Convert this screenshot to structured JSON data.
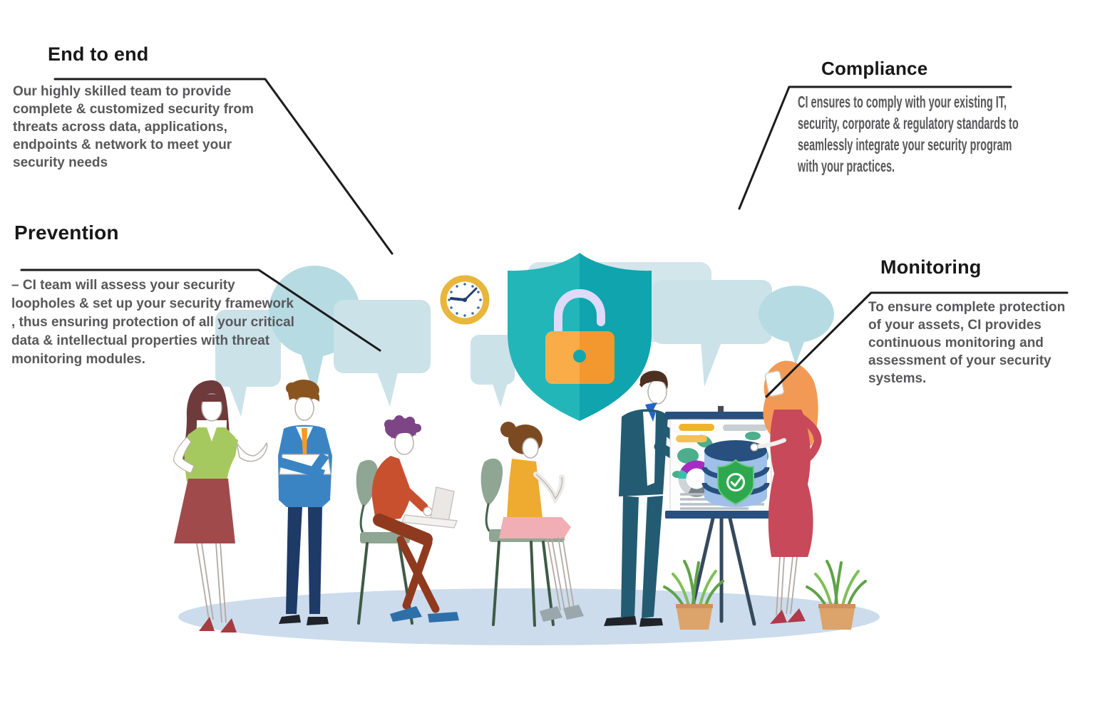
{
  "callouts": {
    "end_to_end": {
      "title": "End to end",
      "body": "Our highly skilled team to provide\ncomplete & customized security from\n threats across data, applications,\nendpoints & network to meet your\n security needs"
    },
    "prevention": {
      "title": "Prevention",
      "body": "– CI team will assess your security\n loopholes & set up your security framework\n, thus ensuring protection of all your critical\ndata & intellectual properties with threat\n monitoring modules."
    },
    "compliance": {
      "title": "Compliance",
      "body": "CI ensures to comply with your existing IT,\nsecurity, corporate & regulatory standards to\nseamlessly integrate your security program\nwith your practices."
    },
    "monitoring": {
      "title": "Monitoring",
      "body": "To ensure complete protection\n of your assets, CI provides\ncontinuous monitoring and\nassessment of your security\nsystems."
    }
  },
  "illustration": {
    "icons": [
      "shield-lock-icon",
      "clock-icon",
      "database-icon",
      "shield-check-icon",
      "speech-bubble",
      "presentation-board",
      "potted-plant"
    ],
    "palette": {
      "shield_teal_left": "#22B6B9",
      "shield_teal_right": "#0FA4AE",
      "lock_orange_left": "#FAAC49",
      "lock_orange_right": "#F2982F",
      "lock_shackle": "#DEDAF8",
      "keyhole_teal": "#12A7AE",
      "bubble_light": "#CBE2E9",
      "bubble_dark": "#B7DBE3",
      "ground": "#CCDCEC",
      "connector_line": "#1C1C1C",
      "title_text": "#181818",
      "body_text": "#58585A",
      "clock_gold": "#E9B63C",
      "clock_hand_navy": "#1F3F73",
      "db_blue": "#9FC0E8",
      "db_navy": "#27507E",
      "check_green": "#2EA84F",
      "board_navy": "#27507E",
      "plant_green": "#5FA348",
      "pot_terracotta": "#DCA36B"
    }
  }
}
